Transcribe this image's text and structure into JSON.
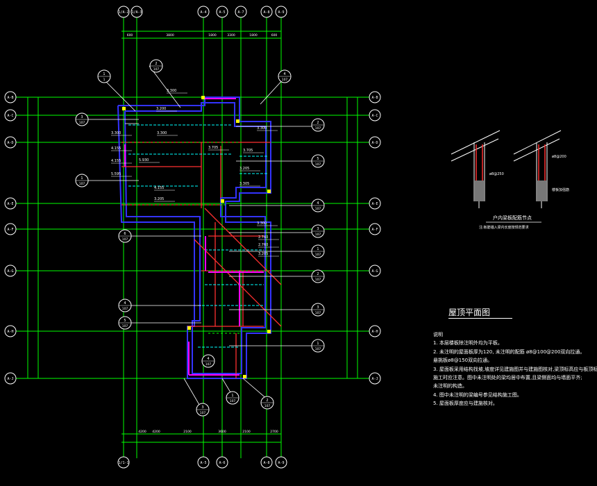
{
  "drawing": {
    "title": "屋顶平面图",
    "detail_title": "户内梁板配筋节点",
    "detail_note": "注:板筋锚入梁内长度按规范要求",
    "detail_label_a": "ø8@250",
    "detail_label_b": "ø8@200",
    "detail_label_c": "楼板加强筋"
  },
  "notes": {
    "heading": "说明",
    "lines": [
      "1. 本层楼板除注明外均为平板。",
      "2. 未注明的屋面板厚为120, 未注明的配筋 ø8@100@200双向拉通。",
      "   悬挑板ø8@150双向拉通。",
      "3. 屋面板采用结构找坡,坡度详见建施图并与建施图核对,梁顶标高应与板顶标高相协调,",
      "   施工时应注意。图中未注明处的梁均居中布置,且梁侧面均与墙面平齐;",
      "   未注明的构造。",
      "4. 图中未注明的梁编号参见结构施工图。",
      "5. 屋面板厚度应与建施核对。"
    ]
  },
  "axes": {
    "top": [
      "1/A-2",
      "1/A-3",
      "A-4",
      "A-5",
      "A-7",
      "A-8",
      "A-9"
    ],
    "bottom": [
      "1/1-1",
      "A-5",
      "A-6",
      "A-8",
      "A-9"
    ],
    "left": [
      "A-B",
      "A-C",
      "A-D",
      "A-E",
      "A-F",
      "A-G",
      "A-H",
      "A-J"
    ],
    "right": [
      "A-B",
      "A-C",
      "A-D",
      "A-E",
      "A-F",
      "A-G",
      "A-H",
      "A-J"
    ]
  },
  "elevations": [
    "3.300",
    "3.200",
    "3.300",
    "3.300",
    "4.155",
    "4.155",
    "5.595",
    "3.705",
    "3.705",
    "3.205",
    "5.930",
    "4.155",
    "3.205",
    "3.305",
    "3.300",
    "3.300",
    "2.760",
    "2.760",
    "3.205"
  ],
  "dims_top": [
    "600",
    "3800",
    "1800",
    "3300",
    "1800",
    "600"
  ],
  "dims_bottom": [
    "4200",
    "4200",
    "2100",
    "3600",
    "2100",
    "2700"
  ],
  "callouts": [
    "1/1",
    "2/107",
    "4/107",
    "3/107",
    "1/107",
    "2/107",
    "5/107",
    "4/107",
    "3/107",
    "1/107",
    "2/107",
    "3/107",
    "1/107",
    "4/107",
    "5/107",
    "6/107",
    "3/107",
    "1/107",
    "2/107",
    "4/107"
  ],
  "colors": {
    "axis": "#00ff00",
    "beam": "#ff3030",
    "wall": "#3333ff",
    "slab": "#00ffff",
    "text": "#ffffff",
    "accent": "#ff00ff",
    "yellow": "#ffff00"
  }
}
